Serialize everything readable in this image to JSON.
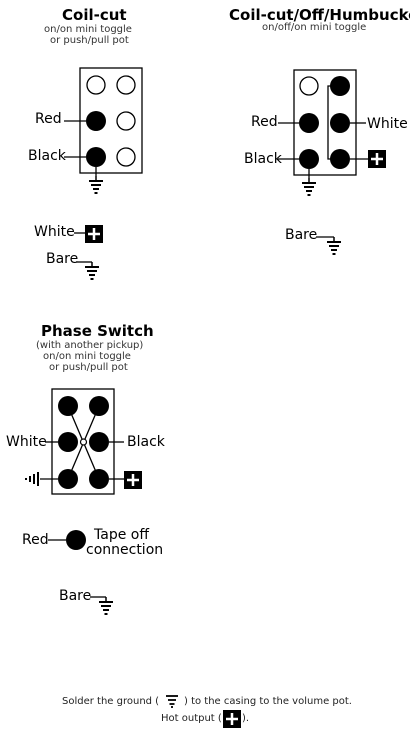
{
  "coil_cut": {
    "title": "Coil-cut",
    "subtitle_1": "on/on mini toggle",
    "subtitle_2": "or push/pull pot",
    "label_red": "Red",
    "label_black": "Black",
    "label_white": "White",
    "label_bare": "Bare"
  },
  "coil_cut_off_hum": {
    "title": "Coil-cut/Off/Humbucker",
    "subtitle": "on/off/on mini toggle",
    "label_red": "Red",
    "label_white": "White",
    "label_black": "Black",
    "label_bare": "Bare"
  },
  "phase_switch": {
    "title": "Phase Switch",
    "subtitle_1": "(with another pickup)",
    "subtitle_2": "on/on mini toggle",
    "subtitle_3": "or push/pull pot",
    "label_white": "White",
    "label_black": "Black",
    "label_red": "Red",
    "label_tape_1": "Tape off",
    "label_tape_2": "connection",
    "label_bare": "Bare"
  },
  "footer": {
    "line1_a": "Solder the ground (",
    "line1_b": ") to the casing to the volume pot.",
    "line2_a": "Hot output (",
    "line2_b": ")."
  }
}
